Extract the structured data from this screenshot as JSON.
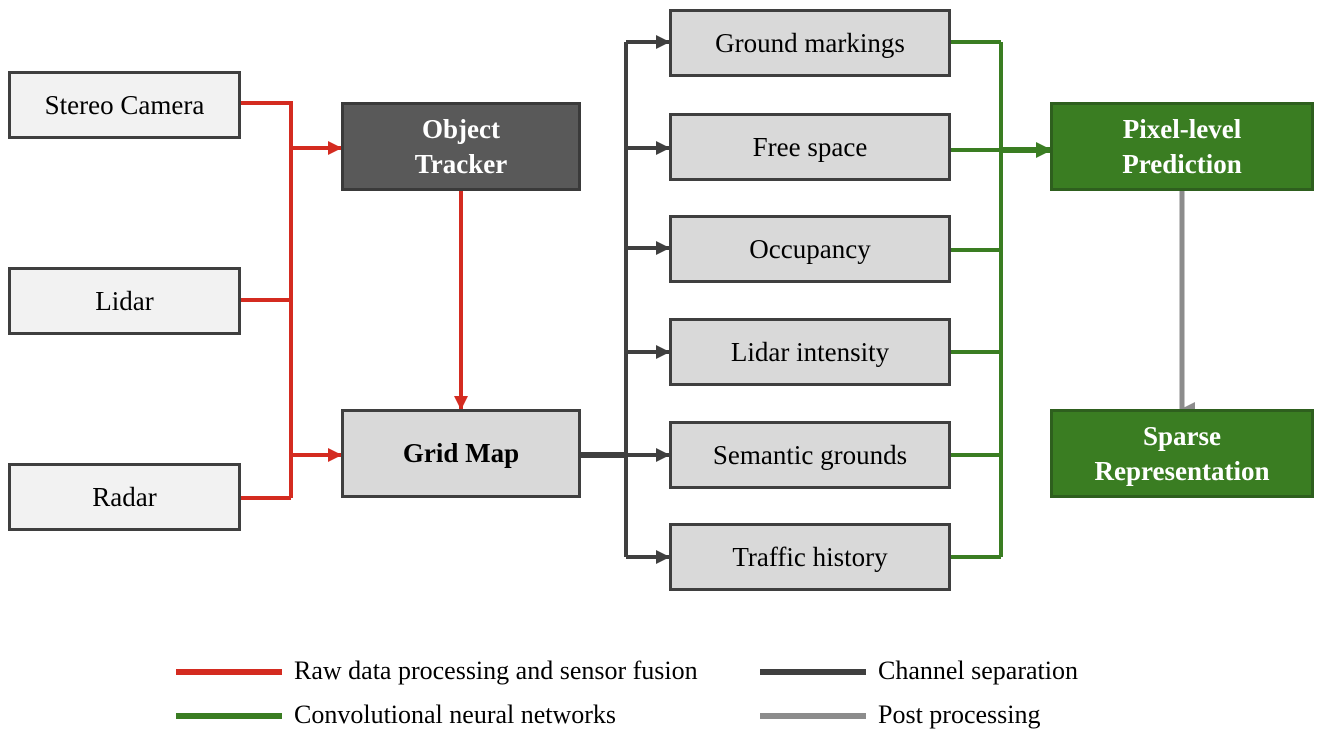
{
  "sensors": [
    {
      "label": "Stereo Camera"
    },
    {
      "label": "Lidar"
    },
    {
      "label": "Radar"
    }
  ],
  "object_tracker": {
    "line1": "Object",
    "line2": "Tracker"
  },
  "grid_map": {
    "label": "Grid Map"
  },
  "channels": [
    {
      "label": "Ground markings"
    },
    {
      "label": "Free space"
    },
    {
      "label": "Occupancy"
    },
    {
      "label": "Lidar intensity"
    },
    {
      "label": "Semantic grounds"
    },
    {
      "label": "Traffic history"
    }
  ],
  "pixel_prediction": {
    "line1": "Pixel-level",
    "line2": "Prediction"
  },
  "sparse_representation": {
    "line1": "Sparse",
    "line2": "Representation"
  },
  "legend": [
    {
      "label": "Raw data processing and sensor fusion",
      "color": "#d42b20"
    },
    {
      "label": "Convolutional neural networks",
      "color": "#3a7d22"
    },
    {
      "label": "Channel separation",
      "color": "#3f3f3f"
    },
    {
      "label": "Post processing",
      "color": "#8c8c8c"
    }
  ],
  "colors": {
    "red": "#d42b20",
    "dark": "#3f3f3f",
    "green": "#3a7d22",
    "gray": "#8c8c8c"
  }
}
